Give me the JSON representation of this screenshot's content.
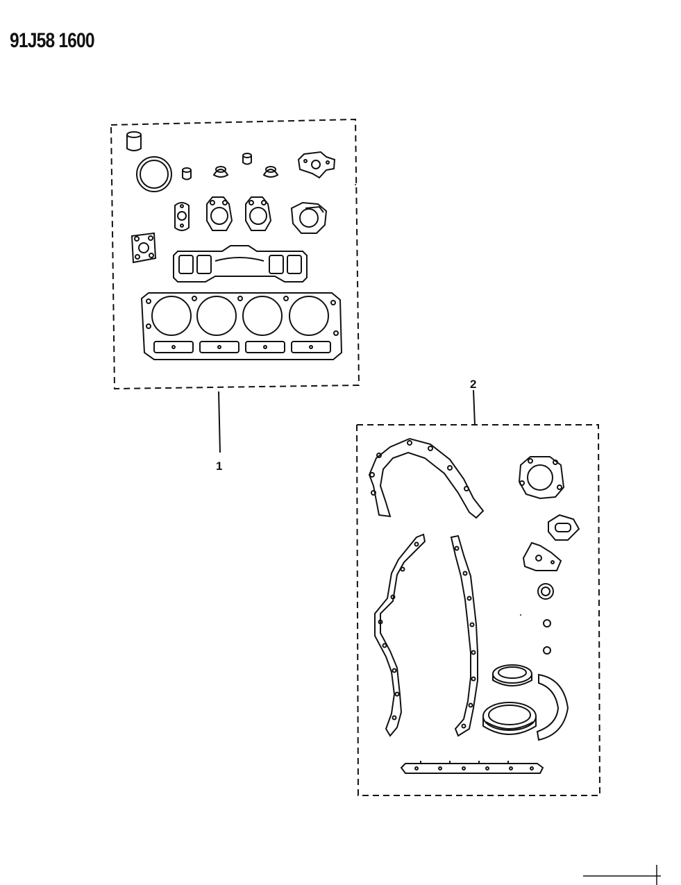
{
  "diagram_code": "91J58 1600",
  "callouts": [
    {
      "id": "1",
      "label": "1",
      "kit": "upper-engine-gasket-set"
    },
    {
      "id": "2",
      "label": "2",
      "kit": "lower-engine-gasket-set"
    }
  ],
  "line_color": "#111111",
  "background_color": "#ffffff"
}
